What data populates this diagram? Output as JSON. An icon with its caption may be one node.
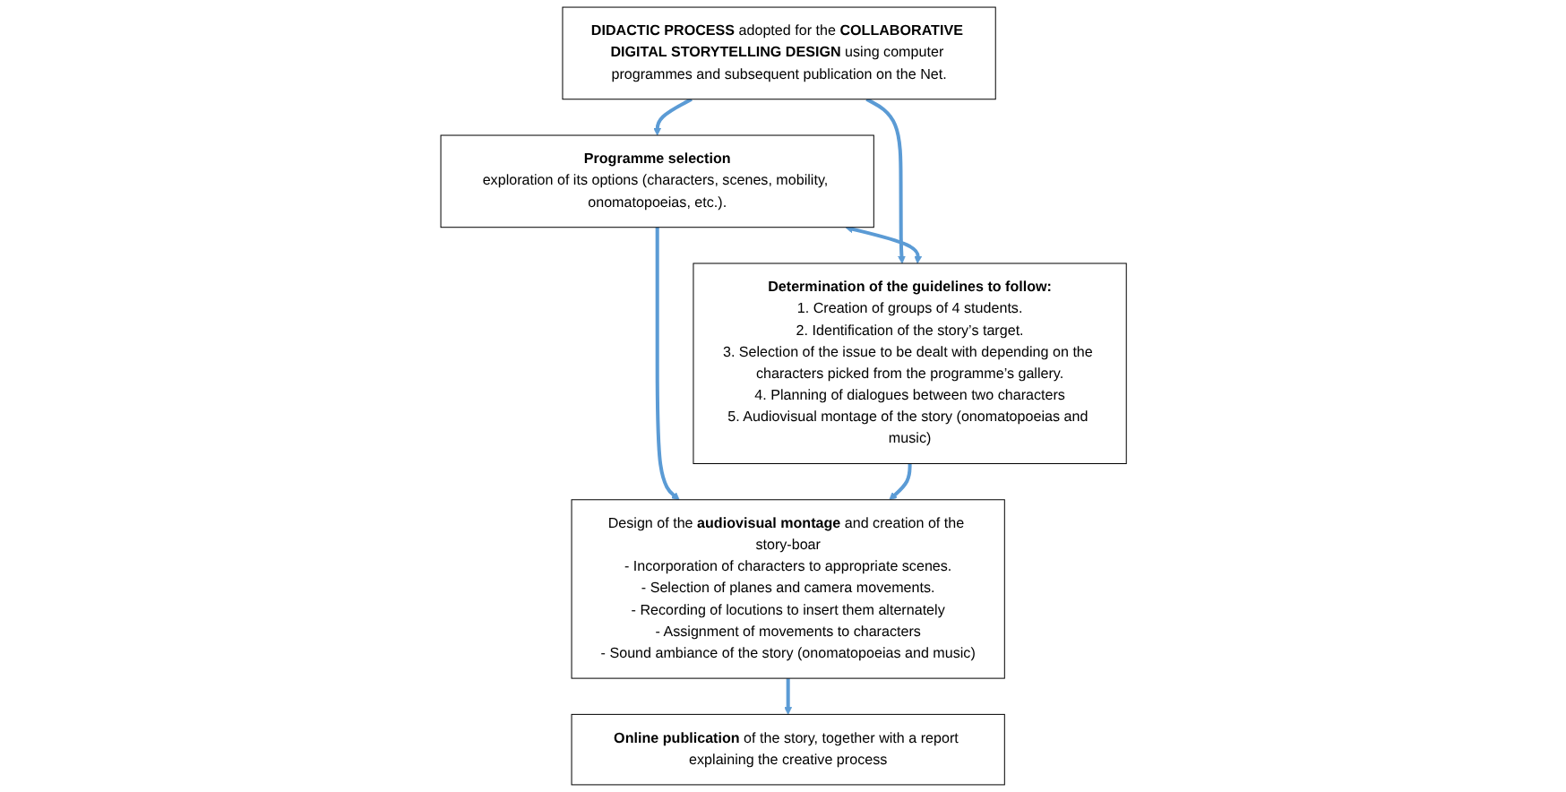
{
  "diagram": {
    "nodes": [
      {
        "text": [
          "**DIDACTIC PROCESS** adopted for the **COLLABORATIVE DIGITAL STORYTELLING DESIGN** using computer programmes and subsequent publication on the Net."
        ]
      },
      {
        "text": [
          "**Programme selection**",
          "exploration of its options (characters, scenes, mobility, onomatopoeias, etc.)."
        ]
      },
      {
        "text": [
          "**Determination of the guidelines to follow:**",
          "1. Creation of groups of 4 students.",
          "2. Identification of the story’s target.",
          "3. Selection of the issue to be dealt with depending on the characters picked from the programme’s gallery.",
          "4. Planning of dialogues between two characters",
          "5. Audiovisual montage of the story (onomatopoeias and music)"
        ]
      },
      {
        "text": [
          "Design of the **audiovisual montage** and creation of the story-boar",
          "- Incorporation of characters to appropriate scenes.",
          "- Selection of planes and camera movements.",
          "- Recording of locutions to insert them alternately",
          "- Assignment of movements to characters",
          "- Sound ambiance of the story (onomatopoeias and music)"
        ]
      },
      {
        "text": [
          "**Online publication** of the story, together with a report explaining the creative process"
        ]
      }
    ],
    "edges": [
      {
        "from": 0,
        "to": 1,
        "arrow": "to"
      },
      {
        "from": 0,
        "to": 2,
        "arrow": "to"
      },
      {
        "from": 1,
        "to": 2,
        "arrow": "both"
      },
      {
        "from": 1,
        "to": 3,
        "arrow": "to"
      },
      {
        "from": 2,
        "to": 3,
        "arrow": "to"
      },
      {
        "from": 3,
        "to": 4,
        "arrow": "to"
      }
    ]
  }
}
